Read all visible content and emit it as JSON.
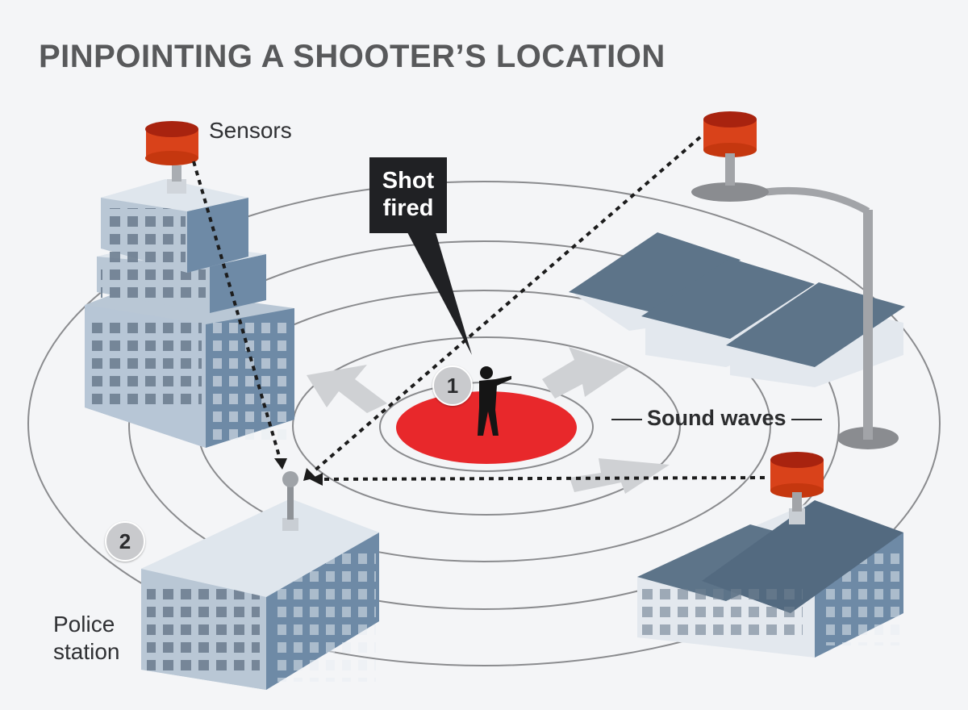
{
  "title": "PINPOINTING A SHOOTER’S LOCATION",
  "labels": {
    "sensors": "Sensors",
    "shot_fired_line1": "Shot",
    "shot_fired_line2": "fired",
    "sound_waves": "Sound waves",
    "police_station_line1": "Police",
    "police_station_line2": "station"
  },
  "steps": {
    "shooter": "1",
    "police": "2"
  },
  "colors": {
    "title": "#58595b",
    "sensor_red": "#d9421a",
    "impact_zone": "#e8282b",
    "building_blue": "#8fa3b8",
    "house_dark": "#5d7489"
  }
}
